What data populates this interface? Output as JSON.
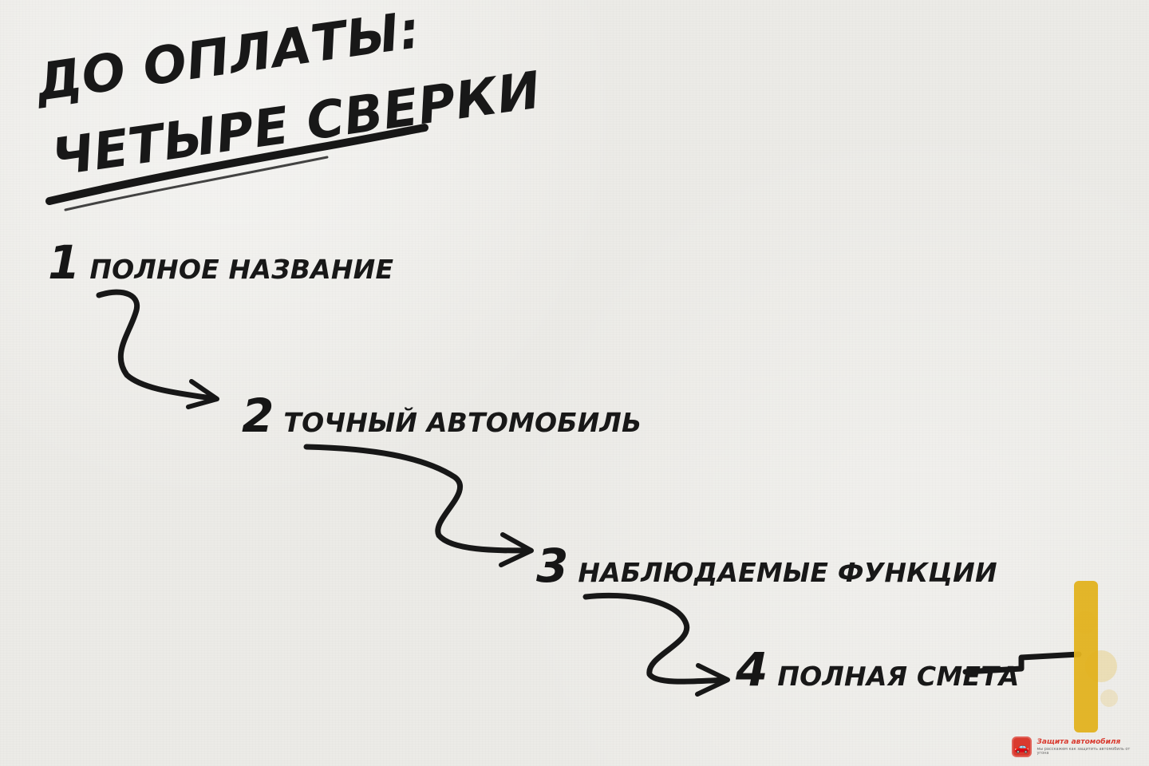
{
  "title": {
    "line1": "До оплаты:",
    "line2": "четыре сверки"
  },
  "steps": [
    {
      "number": "1",
      "label": "Полное название"
    },
    {
      "number": "2",
      "label": "Точный автомобиль"
    },
    {
      "number": "3",
      "label": "Наблюдаемые функции"
    },
    {
      "number": "4",
      "label": "Полная смета"
    }
  ],
  "logo": {
    "icon": "shield-car-icon",
    "title": "Защита автомобиля",
    "subtitle": "мы расскажем как защитить автомобиль от угона"
  },
  "colors": {
    "background": "#ecebe7",
    "ink": "#181818",
    "accent_yellow": "#e2b21f",
    "brand_red": "#d93a2f"
  }
}
